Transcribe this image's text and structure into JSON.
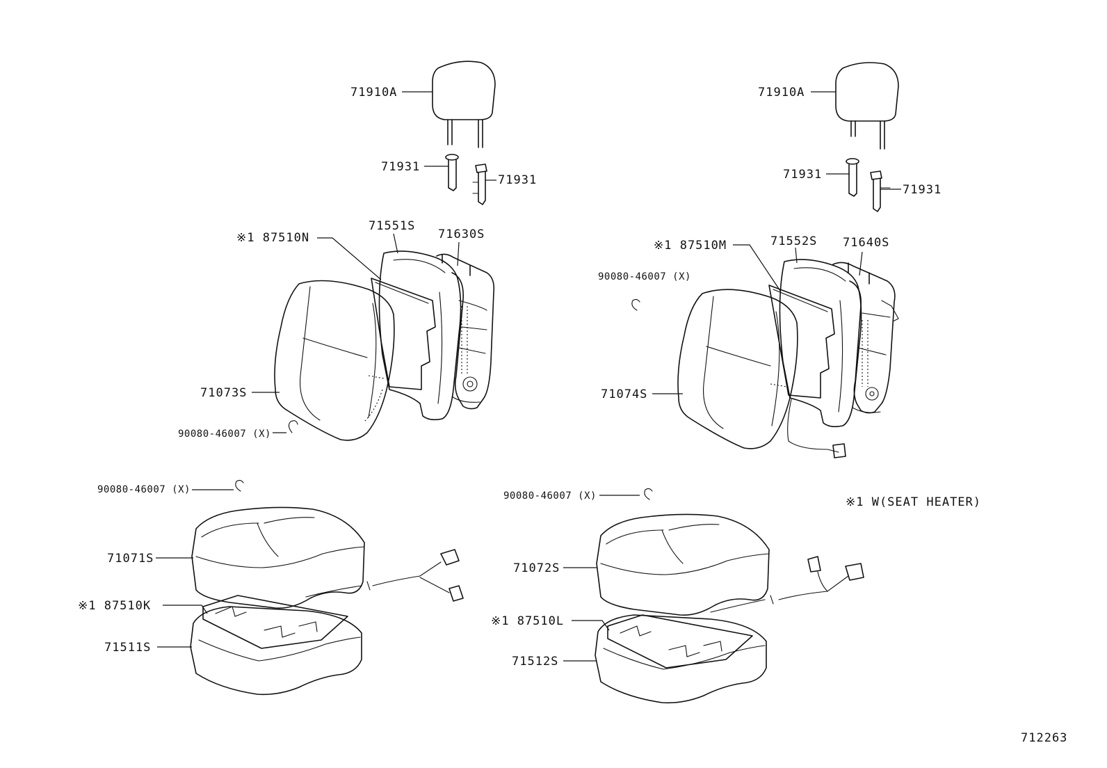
{
  "labels": {
    "left": {
      "headrest": "71910A",
      "guide_a": "71931",
      "guide_b": "71931",
      "heater_back": "※1 87510N",
      "back_pad": "71551S",
      "back_frame": "71630S",
      "back_cover": "71073S",
      "hog_ring_back": "90080-46007 (X)",
      "hog_ring_cushion": "90080-46007 (X)",
      "cushion_cover": "71071S",
      "heater_cushion": "※1 87510K",
      "cushion_pad": "71511S"
    },
    "right": {
      "headrest": "71910A",
      "guide_a": "71931",
      "guide_b": "71931",
      "heater_back": "※1 87510M",
      "back_pad": "71552S",
      "back_frame": "71640S",
      "hog_ring_back": "90080-46007 (X)",
      "back_cover": "71074S",
      "hog_ring_cushion": "90080-46007 (X)",
      "cushion_cover": "71072S",
      "heater_cushion": "※1 87510L",
      "cushion_pad": "71512S"
    },
    "note": "※1  W(SEAT HEATER)",
    "diagram_number": "712263"
  }
}
